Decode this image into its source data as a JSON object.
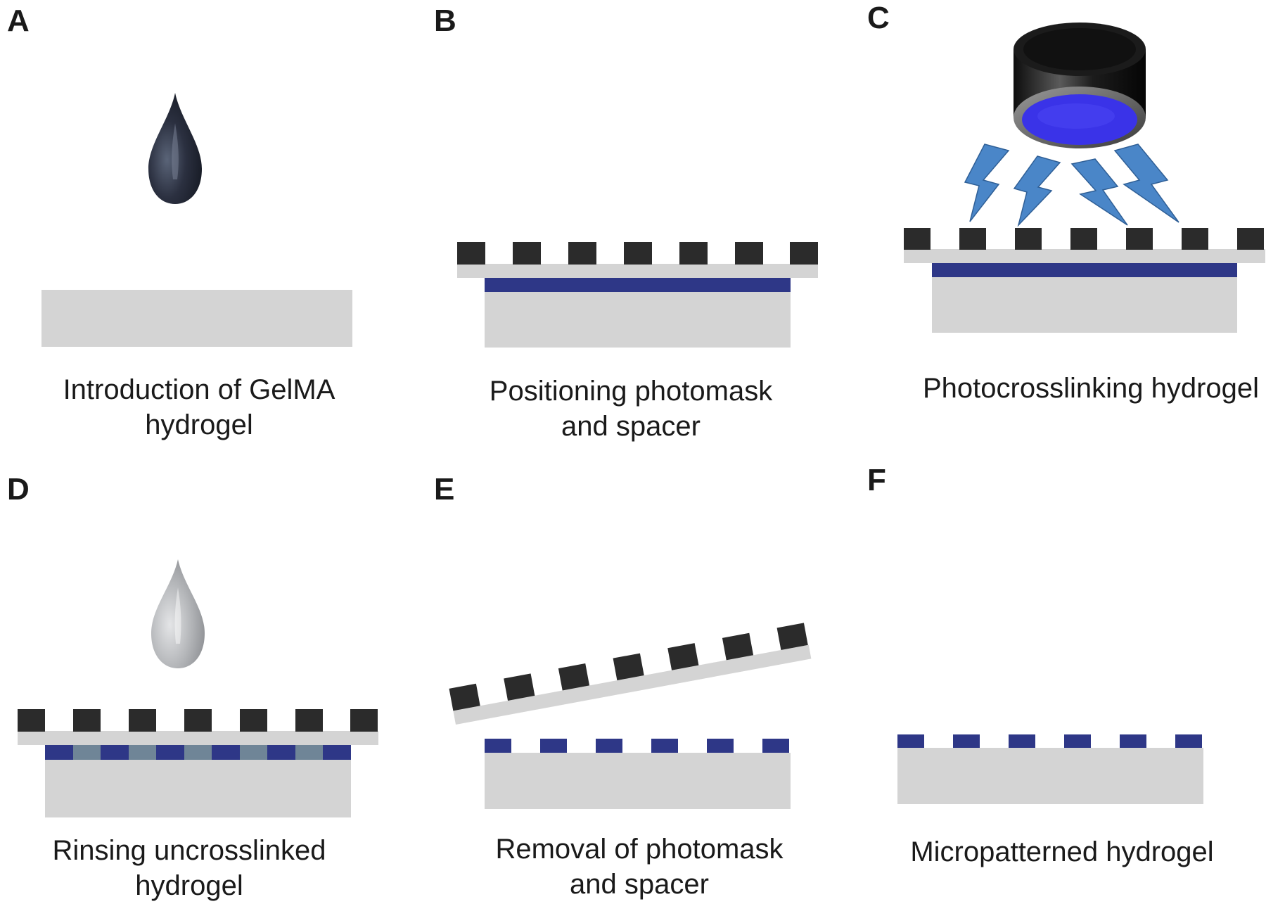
{
  "panels": [
    {
      "letter": "A",
      "caption": [
        "Introduction of GelMA",
        "hydrogel"
      ]
    },
    {
      "letter": "B",
      "caption": [
        "Positioning photomask",
        "and spacer"
      ]
    },
    {
      "letter": "C",
      "caption": [
        "Photocrosslinking hydrogel"
      ]
    },
    {
      "letter": "D",
      "caption": [
        "Rinsing uncrosslinked",
        "hydrogel"
      ]
    },
    {
      "letter": "E",
      "caption": [
        "Removal of photomask",
        "and spacer"
      ]
    },
    {
      "letter": "F",
      "caption": [
        "Micropatterned hydrogel"
      ]
    }
  ],
  "colors": {
    "substrate": "#d4d4d4",
    "hydrogel": "#2e3787",
    "mask_block": "#2b2b2b",
    "spacer": "#d4d4d4",
    "uv_light": "#3a33e8",
    "lightning": "#4a86c8",
    "drop_gelma": "#2b3040",
    "drop_rinse": "#b5b7ba",
    "rinsed_region": "#6f8597"
  }
}
